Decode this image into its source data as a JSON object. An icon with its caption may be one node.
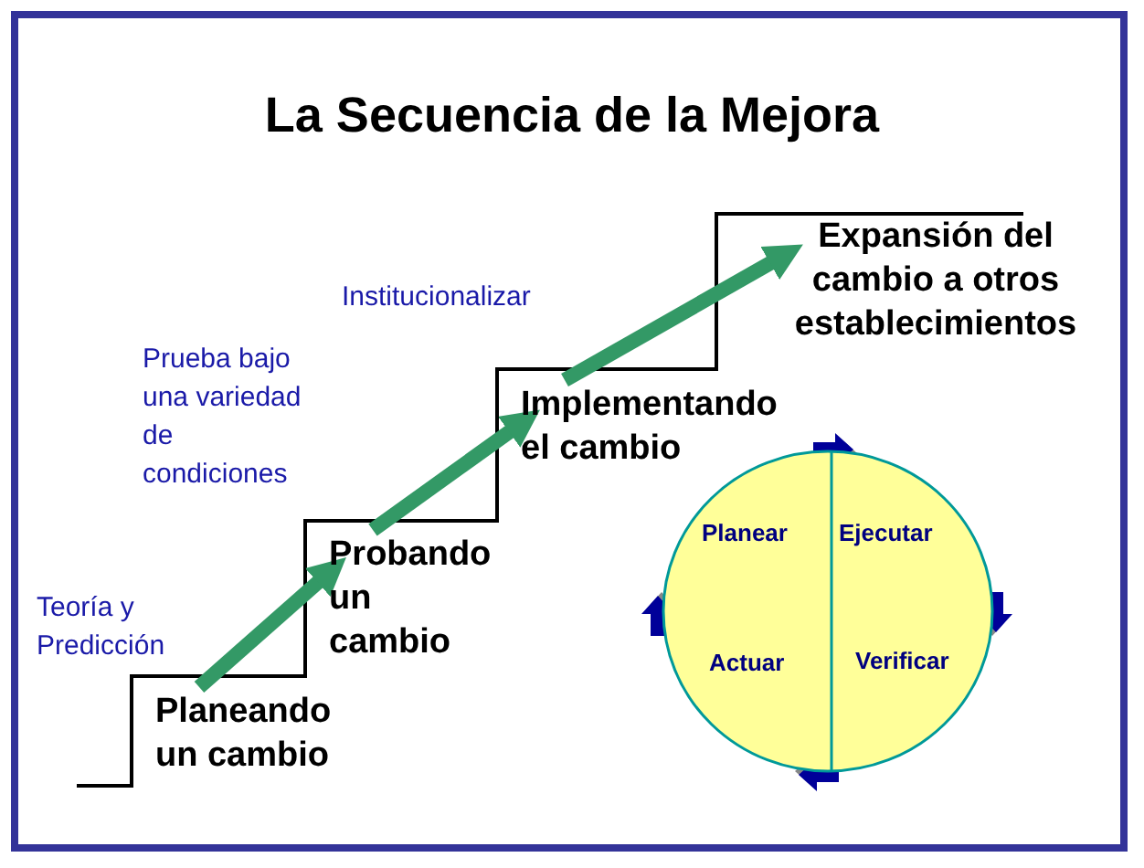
{
  "diagram": {
    "title": "La  Secuencia de la Mejora",
    "nodes": [
      {
        "text": [
          "Planeando un cambio"
        ]
      },
      {
        "text": [
          "Probando un cambio"
        ]
      },
      {
        "text": [
          "Implementando el cambio"
        ]
      },
      {
        "text": [
          "Expansión del cambio a otros establecimientos"
        ]
      },
      {
        "text": [
          "Planear",
          "Ejecutar",
          "Actuar",
          "Verificar"
        ]
      }
    ],
    "edges": [
      {
        "from": 0,
        "to": 1,
        "arrow": "to"
      },
      {
        "from": 1,
        "to": 2,
        "arrow": "to"
      },
      {
        "from": 2,
        "to": 3,
        "arrow": "to"
      }
    ],
    "labels": [
      "Institucionalizar",
      "Prueba bajo una variedad de condiciones",
      "Teoría y Predicción"
    ]
  }
}
